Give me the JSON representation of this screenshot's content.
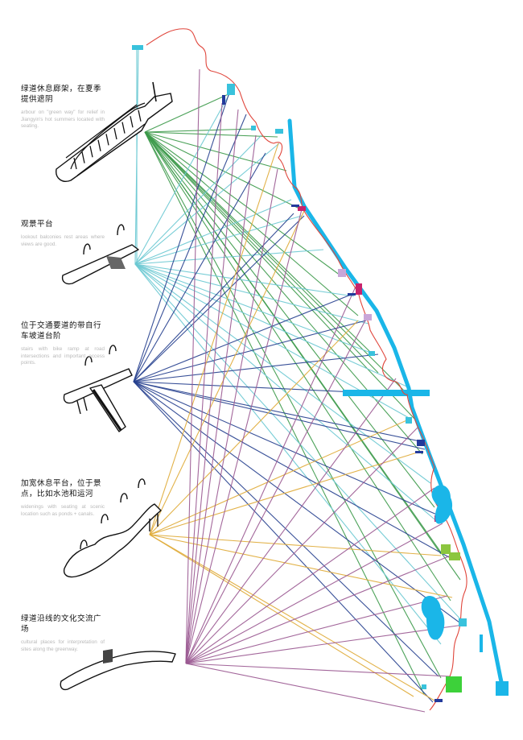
{
  "colors": {
    "canal": "#1ab6e8",
    "trail": "#e0463c",
    "light_blue": "#6cc9d3",
    "green": "#3d9a4b",
    "navy": "#27418f",
    "gold": "#e0ab3a",
    "purple": "#9b5a93",
    "text_gray": "#b9b9b9"
  },
  "categories": [
    {
      "id": "arbour",
      "title_cn": "绿道休息廊架，在夏季提供遮阴",
      "desc_en": "arbour on \"green way\" for relief in Jiangyin's hot summers located with seating.",
      "icon": "arbour-icon",
      "line_color": "green"
    },
    {
      "id": "lookout",
      "title_cn": "观景平台",
      "desc_en": "lookout balconies rest areas where views are good.",
      "icon": "lookout-balcony-icon",
      "line_color": "light_blue"
    },
    {
      "id": "stairs",
      "title_cn": "位于交通要道的带自行车坡道台阶",
      "desc_en": "stairs with bike ramp at road intersections and important access points.",
      "icon": "stairs-bike-ramp-icon",
      "line_color": "navy"
    },
    {
      "id": "widening",
      "title_cn": "加宽休息平台，位于景点，比如水池和运河",
      "desc_en": "widenings with seating at scenic location such as ponds + canals.",
      "icon": "widening-platform-icon",
      "line_color": "gold"
    },
    {
      "id": "cultural",
      "title_cn": "绿道沿线的文化交流广场",
      "desc_en": "cultural places for interpretation of sites along the greenway.",
      "icon": "cultural-plaza-icon",
      "line_color": "purple"
    }
  ]
}
